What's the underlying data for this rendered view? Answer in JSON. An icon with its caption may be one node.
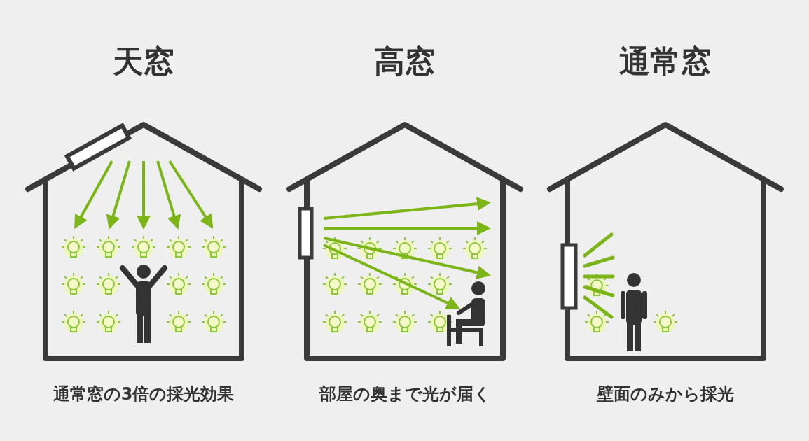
{
  "diagram": {
    "nodes": [
      {
        "text": [
          "天窓"
        ],
        "beside": [
          "通常窓の3倍の採光効果"
        ]
      },
      {
        "text": [
          "高窓"
        ],
        "beside": [
          "部屋の奥まで光が届く"
        ]
      },
      {
        "text": [
          "通常窓"
        ],
        "beside": [
          "壁面のみから採光"
        ]
      }
    ]
  }
}
